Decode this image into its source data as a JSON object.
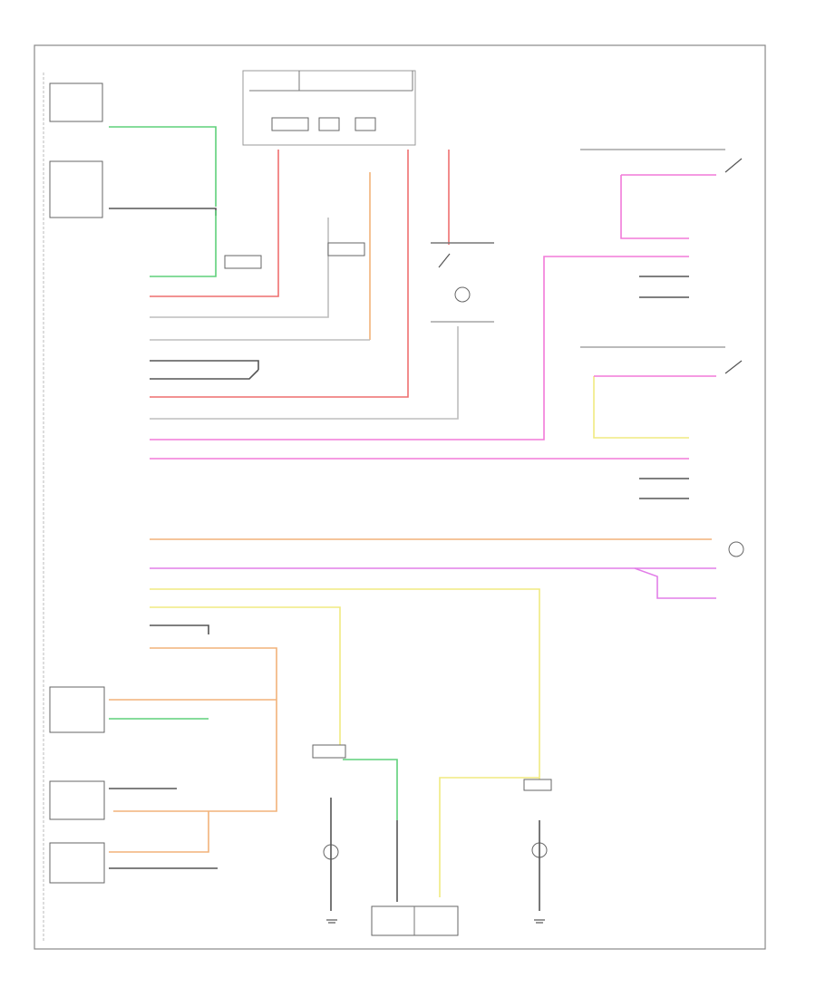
{
  "footer_code": "",
  "colors": {
    "frame": "#888888",
    "black": "#555555",
    "pink": "#f27ad8",
    "red": "#ee6f6f",
    "orange": "#f2b27a",
    "green": "#5fd07a",
    "yellow": "#f0ea80",
    "gray": "#bdbdbd",
    "violet": "#e27ee8"
  },
  "labels": [],
  "icons": [
    "fuse-block",
    "connector",
    "ground-symbol",
    "lamp-bulb",
    "switch"
  ]
}
